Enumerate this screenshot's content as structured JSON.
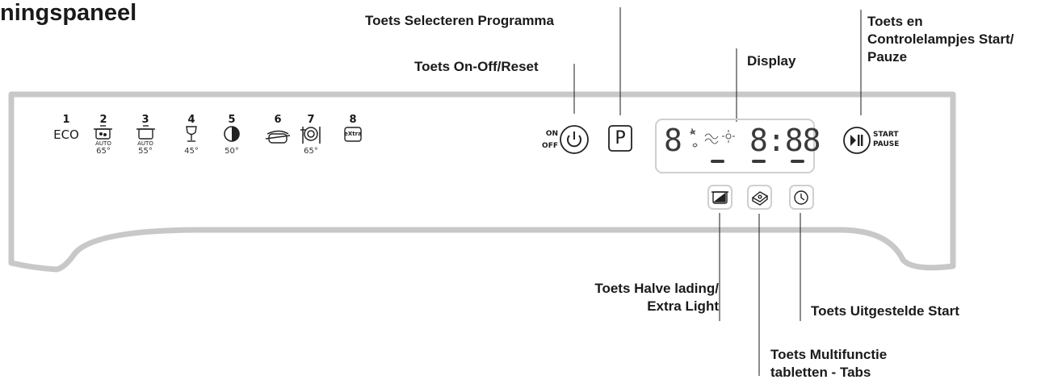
{
  "title": "ningspaneel",
  "callouts": {
    "program_select": "Toets Selecteren Programma",
    "on_off_reset": "Toets On-Off/Reset",
    "display": "Display",
    "start_pause": [
      "Toets en",
      "Controlelampjes Start/",
      "Pauze"
    ],
    "half_load": [
      "Toets Halve lading/",
      "Extra Light"
    ],
    "delayed_start": "Toets Uitgestelde Start",
    "multi_tabs": [
      "Toets Multifunctie",
      "tabletten - Tabs"
    ]
  },
  "programs": [
    {
      "num": "1",
      "label": "ECO",
      "sub": "",
      "temp": ""
    },
    {
      "num": "2",
      "label": "",
      "sub": "AUTO",
      "temp": "65°",
      "icon": "pot-auto-icon"
    },
    {
      "num": "3",
      "label": "",
      "sub": "AUTO",
      "temp": "55°",
      "icon": "pot-auto-icon"
    },
    {
      "num": "4",
      "label": "",
      "sub": "",
      "temp": "45°",
      "icon": "wine-glass-icon"
    },
    {
      "num": "5",
      "label": "",
      "sub": "",
      "temp": "50°",
      "icon": "half-moon-icon"
    },
    {
      "num": "6",
      "label": "",
      "sub": "",
      "temp": "",
      "icon": "pot-icon"
    },
    {
      "num": "7",
      "label": "",
      "sub": "",
      "temp": "65°",
      "icon": "plate-cutlery-icon"
    },
    {
      "num": "8",
      "label": "",
      "sub": "",
      "temp": "",
      "icon": "extra-icon"
    }
  ],
  "extra_icon_text": "eXtra",
  "power": {
    "on": "ON",
    "off": "OFF"
  },
  "program_button": "P",
  "display": {
    "prog_digit": "8",
    "time": "8:88"
  },
  "start_pause_labels": {
    "start": "START",
    "pause": "PAUSE"
  },
  "colors": {
    "panel_outline": "#c8c8c8",
    "ink": "#1a1a1a"
  }
}
